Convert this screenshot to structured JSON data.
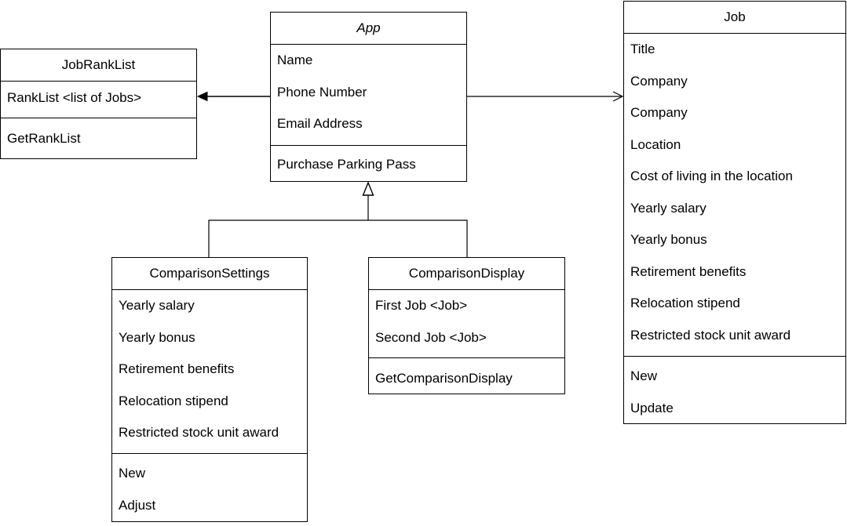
{
  "classes": {
    "app": {
      "name": "App",
      "attributes": [
        "Name",
        "Phone Number",
        "Email Address"
      ],
      "operations": [
        "Purchase Parking Pass"
      ]
    },
    "job_rank_list": {
      "name": "JobRankList",
      "attributes": [
        "RankList <list of Jobs>"
      ],
      "operations": [
        "GetRankList"
      ]
    },
    "job": {
      "name": "Job",
      "attributes": [
        "Title",
        "Company",
        "Company",
        "Location",
        "Cost of living in the location",
        "Yearly salary",
        "Yearly bonus",
        "Retirement benefits",
        "Relocation stipend",
        "Restricted stock unit award"
      ],
      "operations": [
        "New",
        "Update"
      ]
    },
    "comparison_settings": {
      "name": "ComparisonSettings",
      "attributes": [
        "Yearly salary",
        "Yearly bonus",
        "Retirement benefits",
        "Relocation stipend",
        "Restricted stock unit award"
      ],
      "operations": [
        "New",
        "Adjust"
      ]
    },
    "comparison_display": {
      "name": "ComparisonDisplay",
      "attributes": [
        "First Job <Job>",
        "Second Job <Job>"
      ],
      "operations": [
        "GetComparisonDisplay"
      ]
    }
  }
}
